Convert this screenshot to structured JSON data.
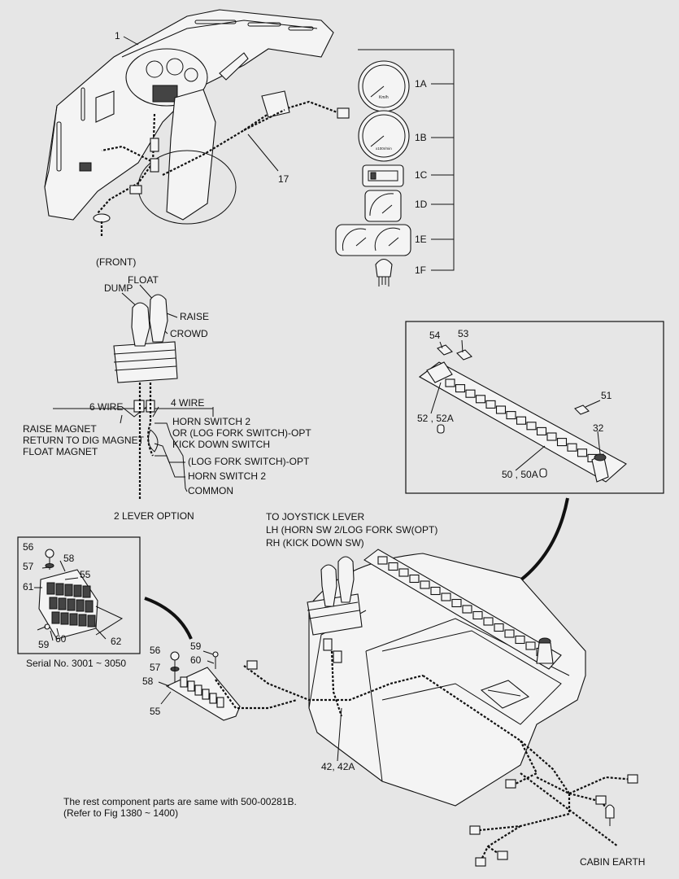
{
  "callouts": {
    "c1": "1",
    "c17": "17",
    "c1A": "1A",
    "c1B": "1B",
    "c1C": "1C",
    "c1D": "1D",
    "c1E": "1E",
    "c1F": "1F",
    "c54": "54",
    "c53": "53",
    "c51": "51",
    "c32": "32",
    "c52": "52 , 52A",
    "c50": "50 , 50A",
    "c56a": "56",
    "c57a": "57",
    "c58a": "58",
    "c55a": "55",
    "c61a": "61",
    "c59a": "59",
    "c60a": "60",
    "c62a": "62",
    "c56b": "56",
    "c57b": "57",
    "c58b": "58",
    "c55b": "55",
    "c59b": "59",
    "c60b": "60",
    "c42": "42, 42A"
  },
  "gauge_text": {
    "speed_unit": "Km/h",
    "rpm_unit": "x100r/min"
  },
  "joystick": {
    "front": "(FRONT)",
    "float": "FLOAT",
    "dump": "DUMP",
    "raise": "RAISE",
    "crowd": "CROWD",
    "six_wire": "6 WIRE",
    "four_wire": "4 WIRE",
    "left_lines": [
      "RAISE MAGNET",
      "RETURN TO DIG MAGNET",
      "FLOAT MAGNET"
    ],
    "right_lines": [
      "HORN SWITCH 2",
      "OR (LOG FORK SWITCH)-OPT",
      "KICK DOWN SWITCH"
    ],
    "log_fork": "(LOG FORK SWITCH)-OPT",
    "horn2": "HORN SWITCH 2",
    "common": "COMMON",
    "option": "2 LEVER OPTION"
  },
  "to_joystick": [
    "TO JOYSTICK LEVER",
    "LH (HORN SW 2/LOG FORK SW(OPT)",
    "RH (KICK DOWN SW)"
  ],
  "serial": "Serial No. 3001 ~ 3050",
  "footer": [
    "The rest component parts are same with 500-00281B.",
    "(Refer to Fig 1380 ~ 1400)"
  ],
  "cabin_earth": "CABIN EARTH"
}
